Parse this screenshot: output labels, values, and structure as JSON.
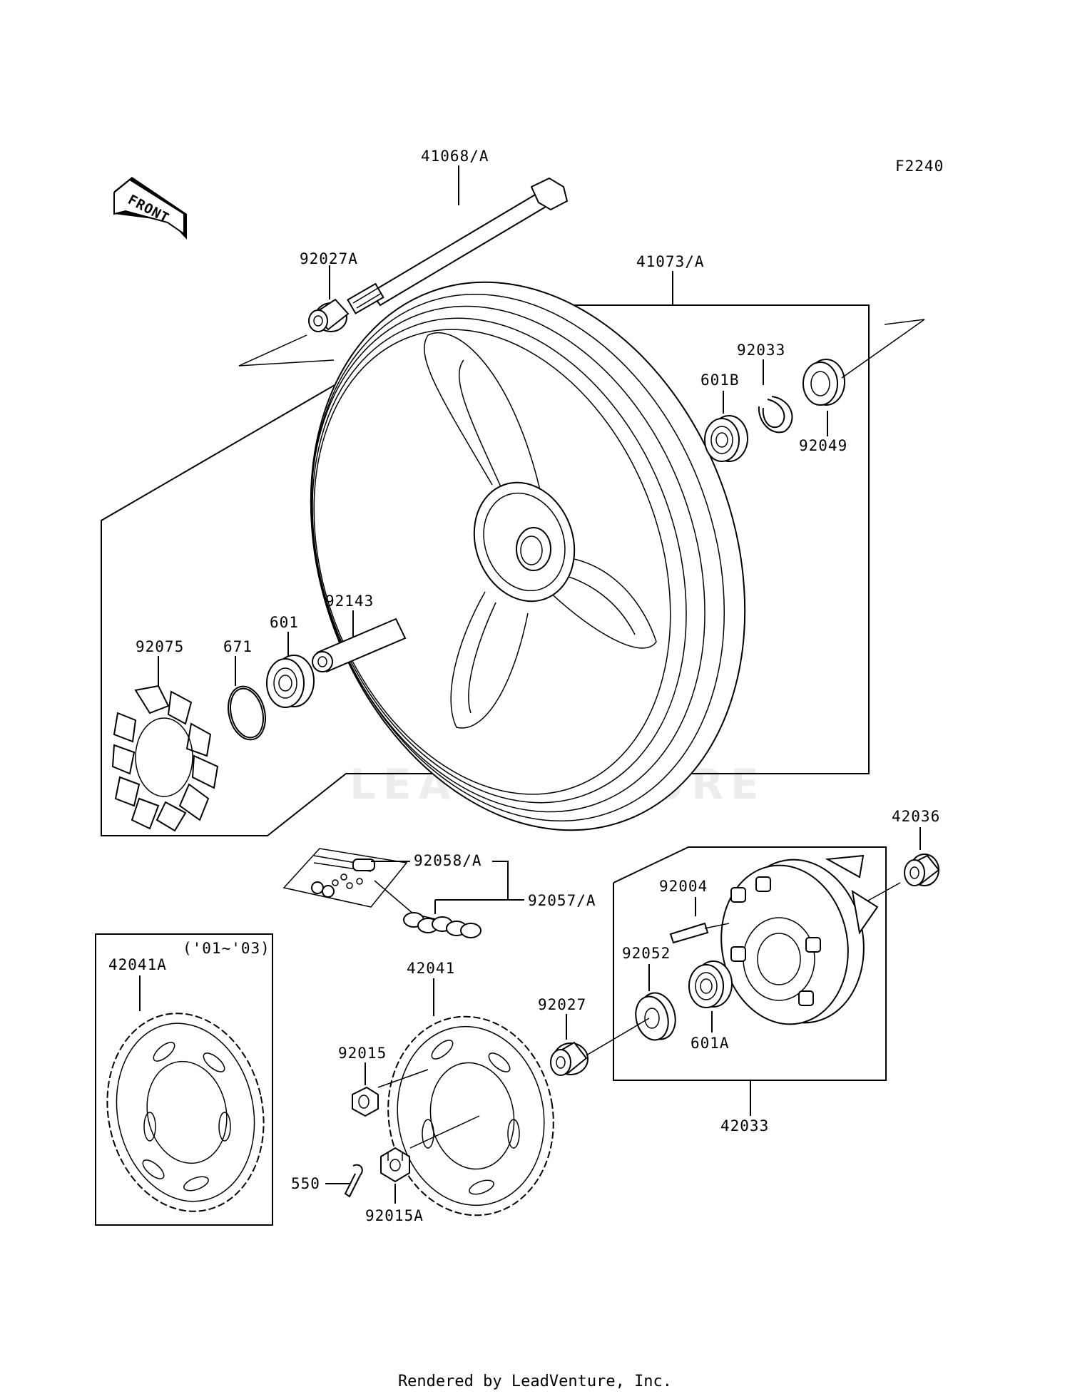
{
  "diagram_code": "F2240",
  "direction_label": "FRONT",
  "watermark": "LEADVENTURE",
  "footer": "Rendered by LeadVenture, Inc.",
  "parts": {
    "axle": "41068/A",
    "collar_92027A": "92027A",
    "wheel": "41073/A",
    "circlip": "92033",
    "bearing_601B": "601B",
    "seal_92049": "92049",
    "spacer_92143": "92143",
    "bearing_601": "601",
    "oring_671": "671",
    "damper_92075": "92075",
    "link_92058": "92058/A",
    "chain_92057": "92057/A",
    "collar_42036": "42036",
    "stud_92004": "92004",
    "seal_92052": "92052",
    "collar_92027": "92027",
    "bearing_601A": "601A",
    "coupling_42033": "42033",
    "sprocket_42041A": "42041A",
    "sprocket_note": "('01~'03)",
    "sprocket_42041": "42041",
    "nut_92015": "92015",
    "pin_550": "550",
    "nut_92015A": "92015A"
  }
}
